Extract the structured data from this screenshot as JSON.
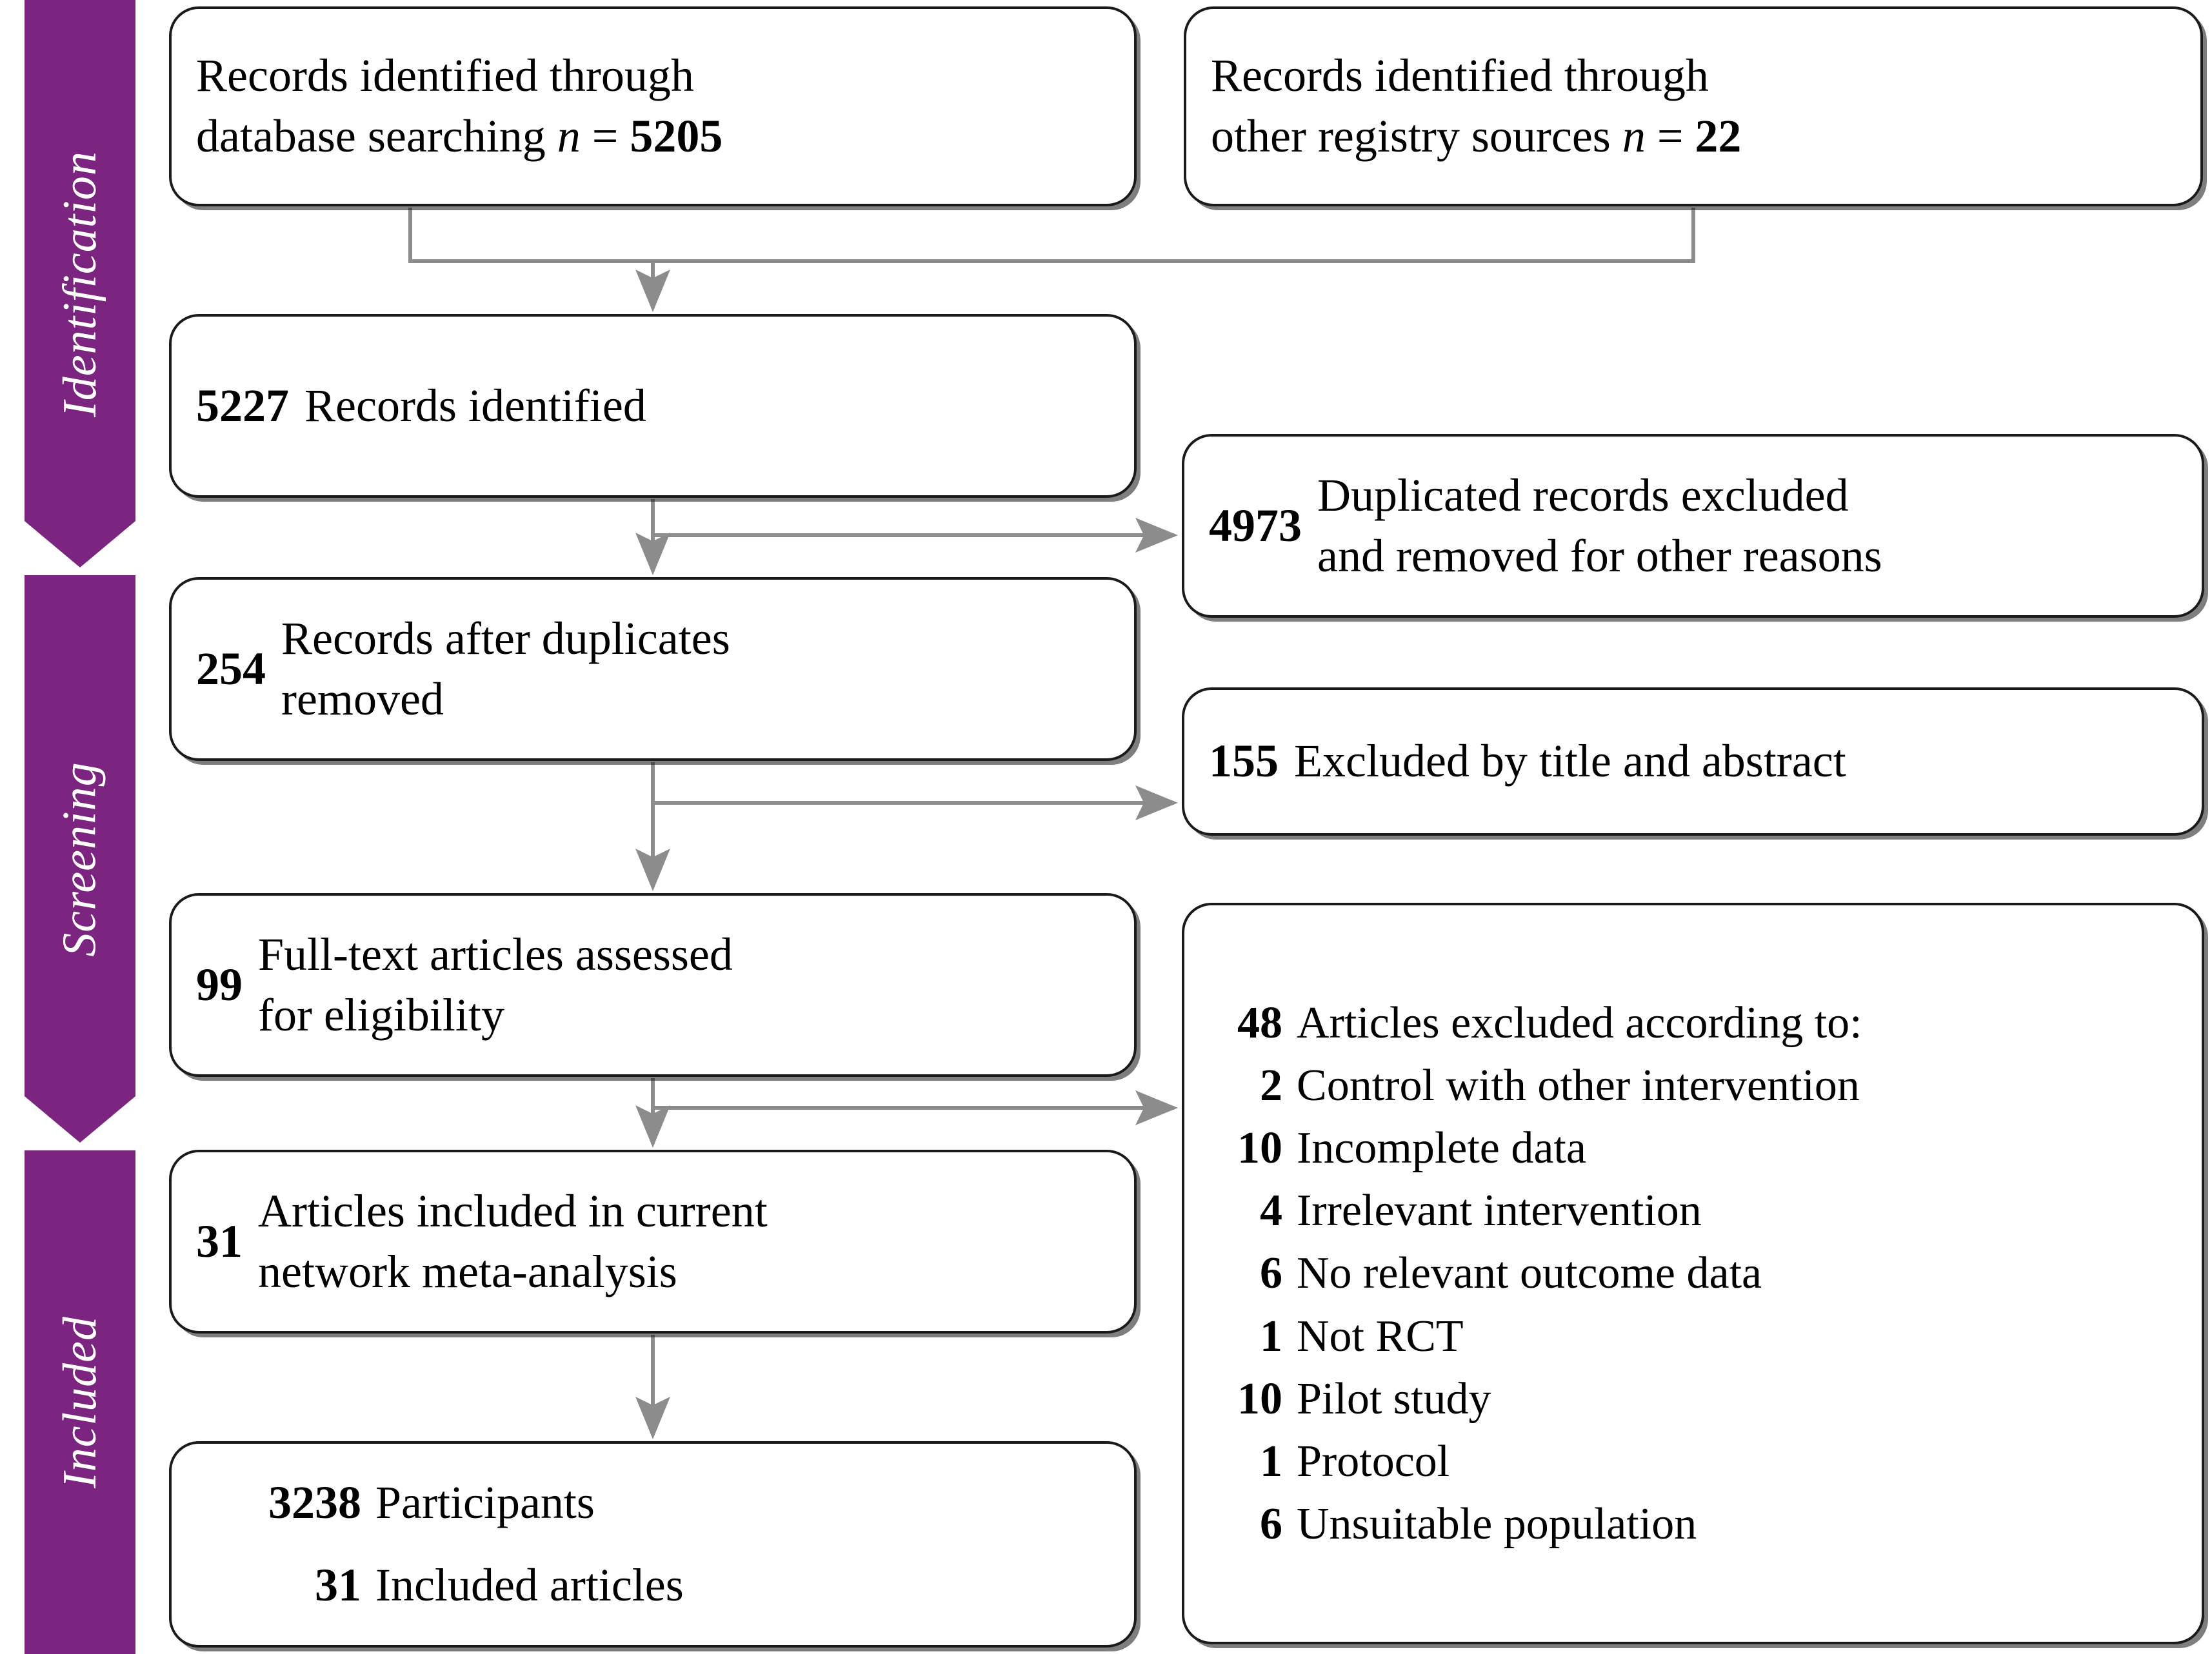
{
  "diagram": {
    "title": "PRISMA study selection flow diagram",
    "accent_color": "#7b2580",
    "box_border_color": "#1a1a1a",
    "connector_color": "#8c8c8c"
  },
  "stages": [
    {
      "id": "identification",
      "label": "Identification"
    },
    {
      "id": "screening",
      "label": "Screening"
    },
    {
      "id": "included",
      "label": "Included"
    }
  ],
  "boxes": {
    "db_search": {
      "line1": "Records identified through",
      "line2_pre": "database searching ",
      "line2_var": "n",
      "line2_eq": " = ",
      "line2_num": "5205"
    },
    "registry": {
      "line1": "Records identified through",
      "line2_pre": "other registry sources ",
      "line2_var": "n",
      "line2_eq": " = ",
      "line2_num": "22"
    },
    "records_identified": {
      "num": "5227",
      "text": "Records identified"
    },
    "duplicates_excluded": {
      "num": "4973",
      "line1": "Duplicated records excluded",
      "line2": "and removed for other reasons"
    },
    "after_duplicates": {
      "num": "254",
      "line1": "Records after duplicates",
      "line2": "removed"
    },
    "excluded_title_abstract": {
      "num": "155",
      "text": "Excluded by title and abstract"
    },
    "fulltext_assessed": {
      "num": "99",
      "line1": "Full-text articles assessed",
      "line2": "for eligibility"
    },
    "articles_included_nma": {
      "num": "31",
      "line1": "Articles included in current",
      "line2": "network meta-analysis"
    },
    "excluded_reasons": {
      "header_num": "48",
      "header_text": "Articles excluded according to:",
      "items": [
        {
          "num": "2",
          "reason": "Control with other intervention"
        },
        {
          "num": "10",
          "reason": "Incomplete data"
        },
        {
          "num": "4",
          "reason": "Irrelevant intervention"
        },
        {
          "num": "6",
          "reason": "No relevant outcome data"
        },
        {
          "num": "1",
          "reason": "Not RCT"
        },
        {
          "num": "10",
          "reason": "Pilot study"
        },
        {
          "num": "1",
          "reason": "Protocol"
        },
        {
          "num": "6",
          "reason": "Unsuitable population"
        }
      ]
    },
    "participants": {
      "rows": [
        {
          "num": "3238",
          "label": "Participants"
        },
        {
          "num": "31",
          "label": "Included articles"
        }
      ]
    }
  }
}
